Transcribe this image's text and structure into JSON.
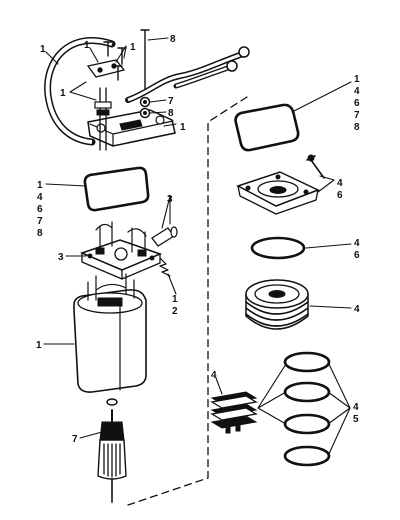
{
  "callouts": {
    "c01": "1",
    "c02": "1",
    "c03": "1",
    "c04": "8",
    "c05": "7",
    "c06": "8",
    "c07": "1",
    "c08": [
      "1",
      "4",
      "6",
      "7",
      "8"
    ],
    "c09": [
      "1",
      "4",
      "6",
      "7",
      "8"
    ],
    "c10": "4",
    "c11": "6",
    "c12": "3",
    "c13": "3",
    "c14": "1",
    "c15": "2",
    "c16": "4",
    "c17": "6",
    "c18": "4",
    "c19": "1",
    "c20": "4",
    "c21": "4",
    "c22": "5",
    "c23": "7"
  },
  "colors": {
    "ink": "#111111",
    "paper": "#ffffff"
  },
  "parts": [
    "field-frame-housing",
    "cover-plate",
    "gasket",
    "seal-ring",
    "brush-holder",
    "armature",
    "end-cap",
    "clutch-pulley",
    "spacer-rings",
    "brushes",
    "terminal-wires",
    "screws"
  ]
}
